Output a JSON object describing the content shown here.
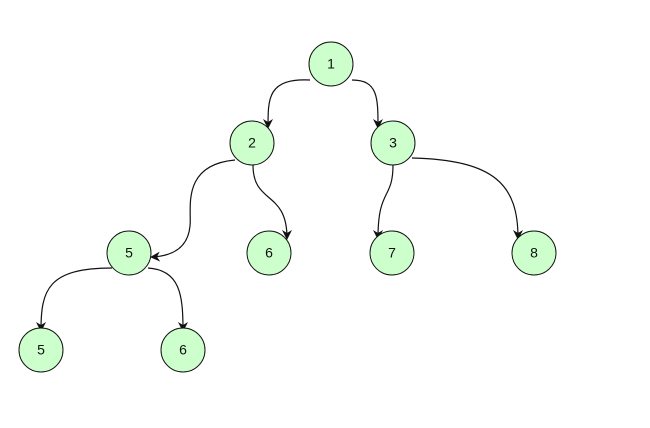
{
  "colors": {
    "node_fill": "#ccffcc",
    "node_stroke": "#111111",
    "edge": "#111111",
    "background": "#ffffff"
  },
  "nodes": [
    {
      "id": "n1",
      "label": "1"
    },
    {
      "id": "n2",
      "label": "2"
    },
    {
      "id": "n3",
      "label": "3"
    },
    {
      "id": "n5a",
      "label": "5"
    },
    {
      "id": "n6a",
      "label": "6"
    },
    {
      "id": "n7",
      "label": "7"
    },
    {
      "id": "n8",
      "label": "8"
    },
    {
      "id": "n5b",
      "label": "5"
    },
    {
      "id": "n6b",
      "label": "6"
    }
  ],
  "edges": [
    {
      "from": "n1",
      "to": "n2"
    },
    {
      "from": "n1",
      "to": "n3"
    },
    {
      "from": "n2",
      "to": "n5a"
    },
    {
      "from": "n2",
      "to": "n6a"
    },
    {
      "from": "n3",
      "to": "n7"
    },
    {
      "from": "n3",
      "to": "n8"
    },
    {
      "from": "n5a",
      "to": "n5b"
    },
    {
      "from": "n5a",
      "to": "n6b"
    }
  ]
}
